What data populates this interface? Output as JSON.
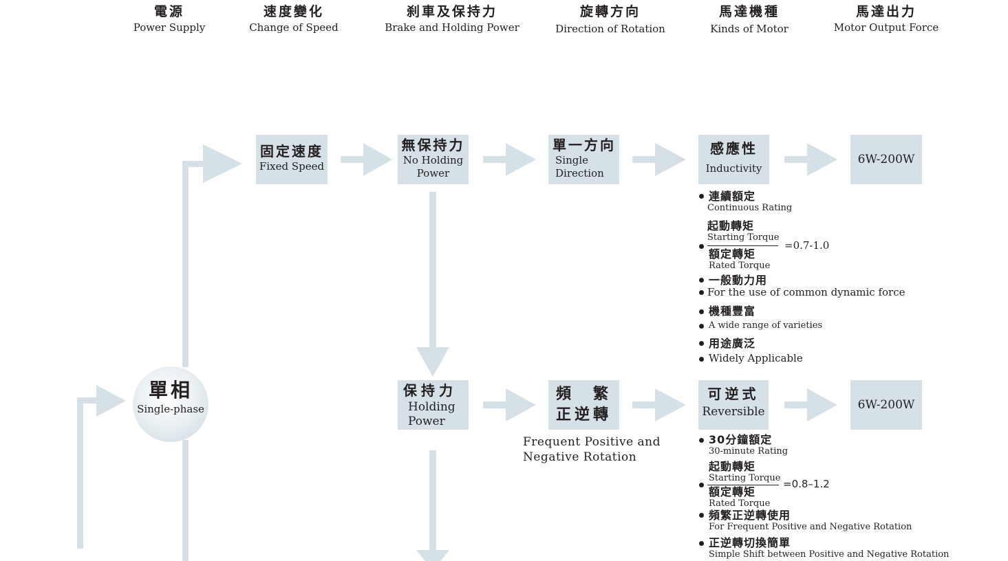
{
  "headers": [
    {
      "zh": "電源",
      "en": "Power Supply"
    },
    {
      "zh": "速度變化",
      "en": "Change of Speed"
    },
    {
      "zh": "刹車及保持力",
      "en": "Brake and Holding Power"
    },
    {
      "zh": "旋轉方向",
      "en": "Direction of Rotation"
    },
    {
      "zh": "馬達機種",
      "en": "Kinds of Motor"
    },
    {
      "zh": "馬達出力",
      "en": "Motor Output Force"
    }
  ],
  "source": {
    "zh": "單相",
    "en": "Single-phase"
  },
  "row1": {
    "speed": {
      "zh": "固定速度",
      "en": "Fixed Speed"
    },
    "brake": {
      "zh": "無保持力",
      "en1": "No Holding",
      "en2": "Power"
    },
    "direction": {
      "zh": "單一方向",
      "en1": "Single",
      "en2": "Direction"
    },
    "motor": {
      "zh": "感應性",
      "en": "Inductivity"
    },
    "output": "6W-200W",
    "notes": {
      "rating_zh": "連續額定",
      "rating_en": "Continuous Rating",
      "start_zh": "起動轉矩",
      "start_en": "Starting Torque",
      "rated_zh": "額定轉矩",
      "rated_en": "Rated Torque",
      "ratio": "=0.7-1.0",
      "use_zh": "一般動力用",
      "use_en": "For the use of common dynamic force",
      "variety_zh": "機種豐富",
      "variety_en": "A wide range of varieties",
      "app_zh": "用途廣泛",
      "app_en": "Widely Applicable"
    }
  },
  "row2": {
    "brake": {
      "zh": "保持力",
      "en1": "Holding",
      "en2": "Power"
    },
    "direction": {
      "zh1": "頻　繁",
      "zh2": "正逆轉"
    },
    "direction_caption1": "Frequent Positive and",
    "direction_caption2": "Negative Rotation",
    "motor": {
      "zh": "可逆式",
      "en": "Reversible"
    },
    "output": "6W-200W",
    "notes": {
      "rating_zh": "30分鐘額定",
      "rating_en": "30-minute Rating",
      "start_zh": "起動轉矩",
      "start_en": "Starting Torque",
      "rated_zh": "額定轉矩",
      "rated_en": "Rated Torque",
      "ratio": "=0.8–1.2",
      "use_zh": "頻繁正逆轉使用",
      "use_en": "For Frequent Positive and Negative Rotation",
      "shift_zh": "正逆轉切換簡單",
      "shift_en": "Simple Shift between Positive and Negative Rotation"
    }
  },
  "colors": {
    "box": "#d5e1e7",
    "arrow": "#d5e1e7",
    "text": "#231f20"
  }
}
